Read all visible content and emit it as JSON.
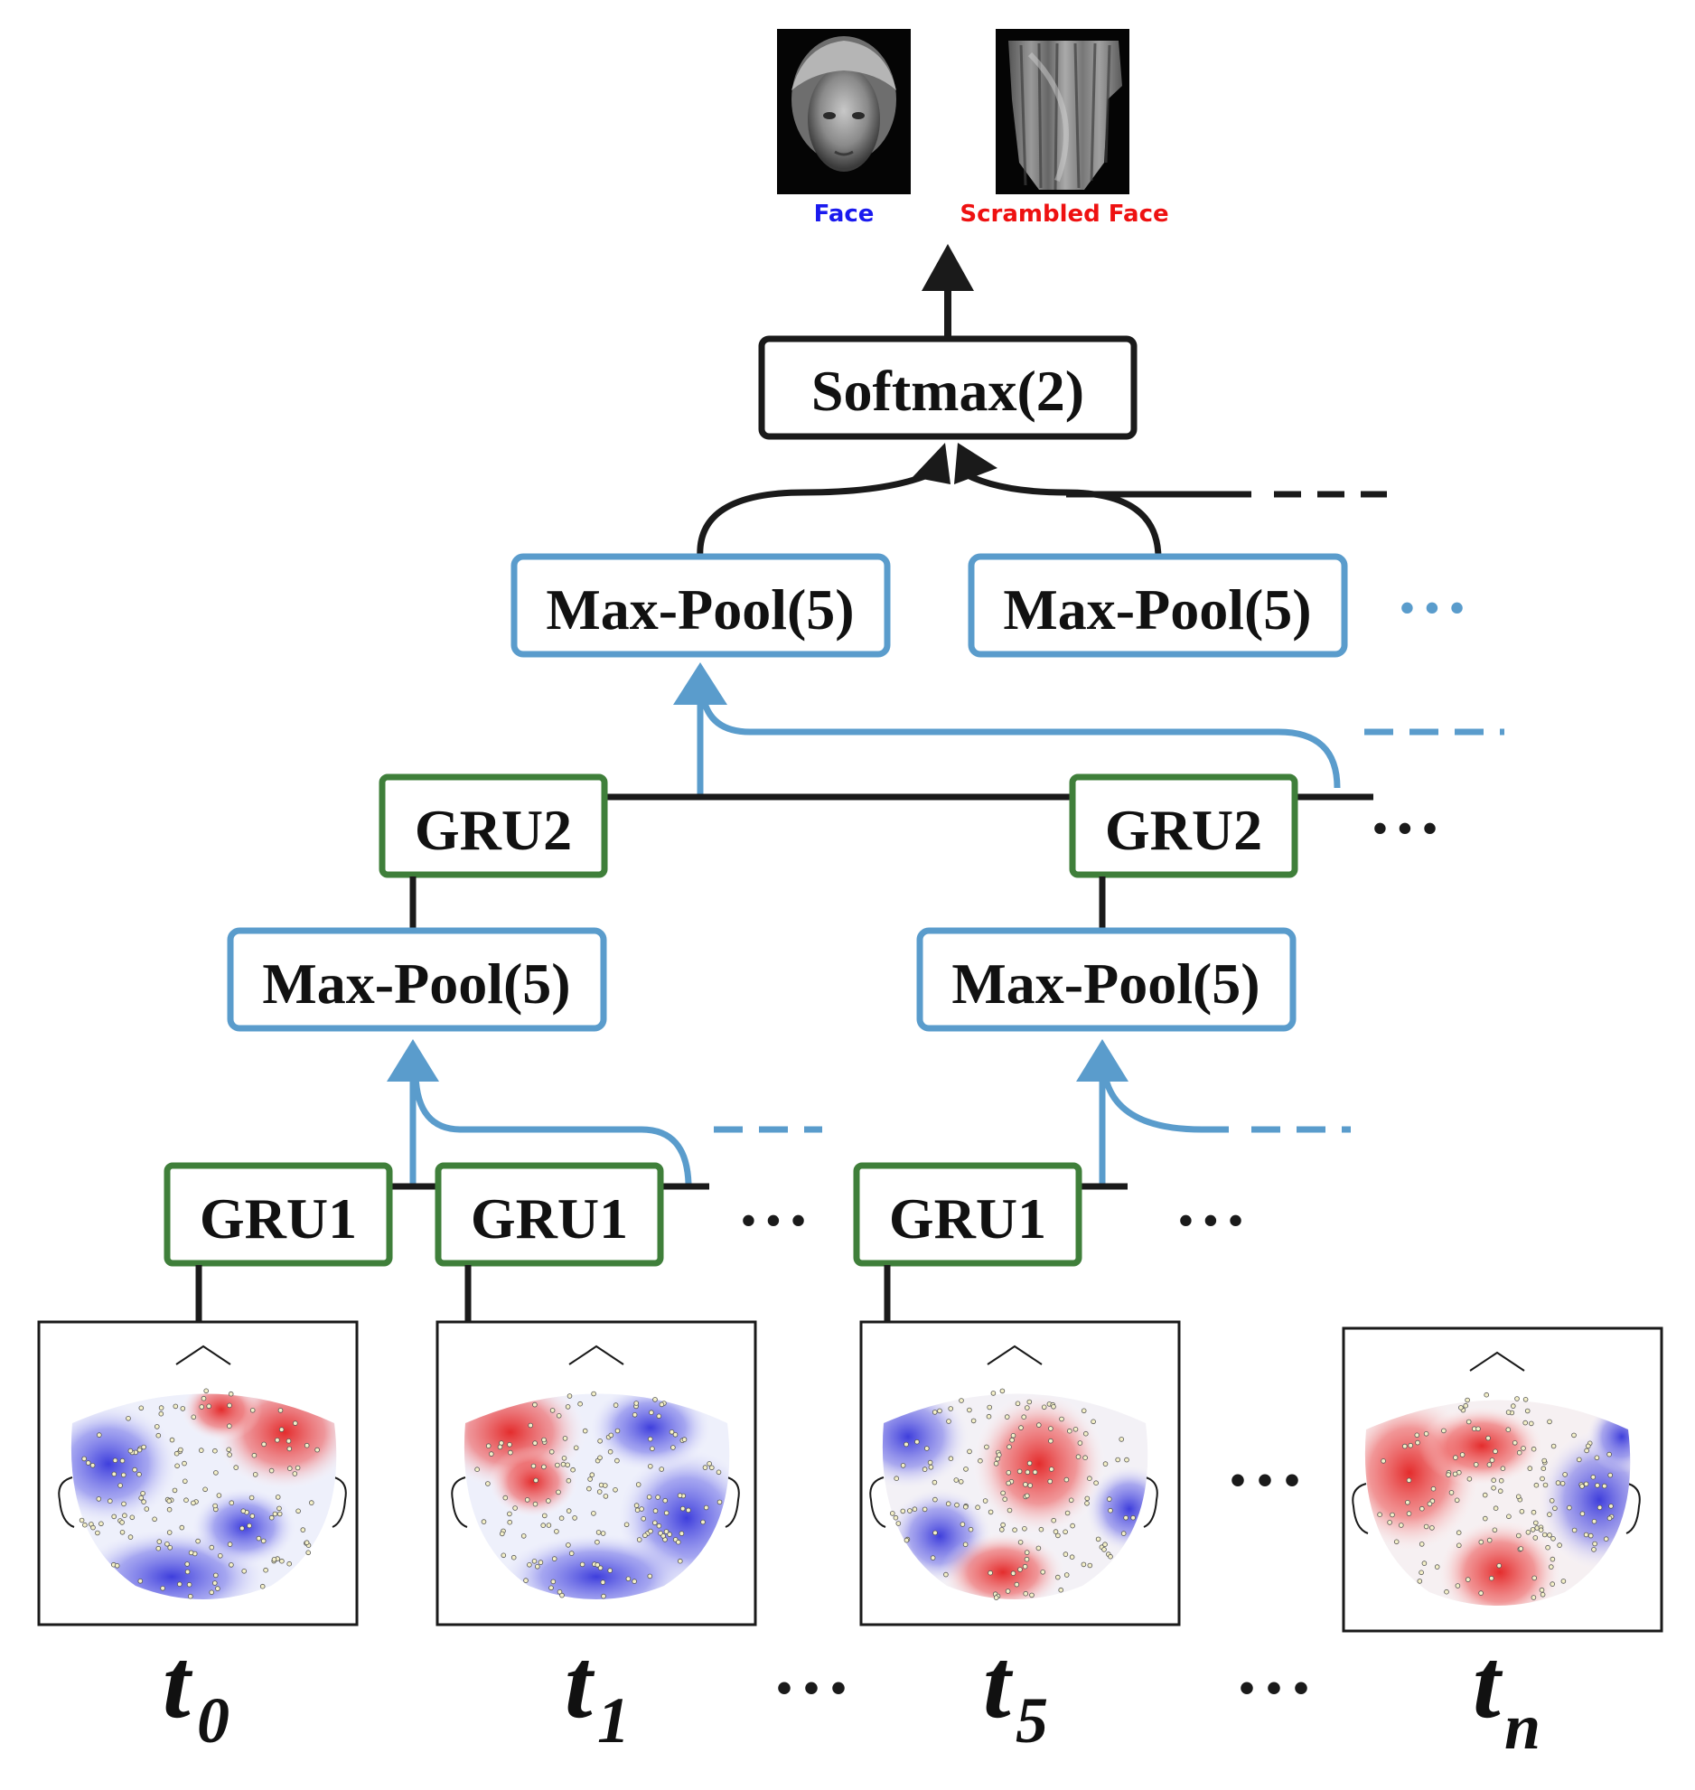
{
  "colors": {
    "black": "#1a1a1a",
    "blue": "#5a9ccc",
    "green": "#3f7f3a",
    "face_label": "#1a1aee",
    "scrambled_label": "#ee1111",
    "topo_red": "#e32222",
    "topo_blue": "#2b2bd9"
  },
  "output": {
    "face_label": "Face",
    "scrambled_label": "Scrambled Face",
    "face_icon": "face-photo",
    "scrambled_icon": "scrambled-face-photo"
  },
  "softmax": {
    "label": "Softmax(2)"
  },
  "pool_top": {
    "left_label": "Max-Pool(5)",
    "right_label": "Max-Pool(5)",
    "ellipsis": "• • •"
  },
  "gru2": {
    "left_label": "GRU2",
    "right_label": "GRU2",
    "ellipsis": "• • •"
  },
  "pool_mid": {
    "left_label": "Max-Pool(5)",
    "right_label": "Max-Pool(5)"
  },
  "gru1": {
    "label_a": "GRU1",
    "label_b": "GRU1",
    "label_c": "GRU1",
    "ellipsis_a": "• • •",
    "ellipsis_b": "• • •"
  },
  "timesteps": {
    "t0": {
      "main": "t",
      "sub": "0"
    },
    "t1": {
      "main": "t",
      "sub": "1"
    },
    "t5": {
      "main": "t",
      "sub": "5"
    },
    "tn": {
      "main": "t",
      "sub": "n"
    },
    "ellipsis": "• • •"
  },
  "topomaps": {
    "t0": {
      "red_regions": "upper-right",
      "blue_regions": "left, bottom"
    },
    "t1": {
      "red_regions": "upper-left",
      "blue_regions": "right, bottom"
    },
    "t5": {
      "red_regions": "center, bottom",
      "blue_regions": "upper-left, lower-left"
    },
    "tn": {
      "red_regions": "left, center-bottom",
      "blue_regions": "right"
    }
  }
}
